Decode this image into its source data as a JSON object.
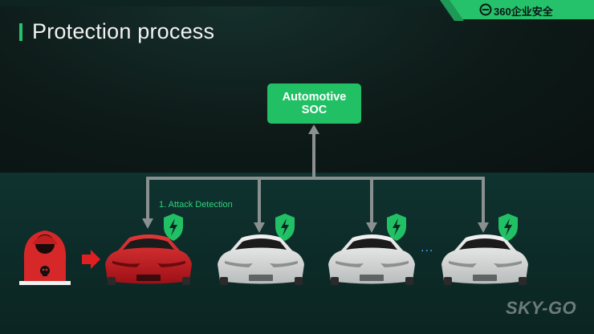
{
  "header": {
    "title": "Protection process",
    "brand_logo": "360企业安全"
  },
  "diagram": {
    "soc_box": {
      "line1": "Automotive",
      "line2": "SOC"
    },
    "attack_label": "1. Attack Detection",
    "ellipsis": "...",
    "icons": [
      "hacker-icon",
      "red-arrow-icon",
      "car-icon",
      "shield-lightning-icon"
    ],
    "colors": {
      "accent_green": "#22c065",
      "label_green": "#30d17a",
      "line_gray": "#8a8f8f",
      "attacked_car": "#c8161d",
      "normal_car": "#d9d9d9",
      "hacker_red": "#d62828"
    }
  },
  "footer": {
    "watermark": "SKY-GO"
  }
}
